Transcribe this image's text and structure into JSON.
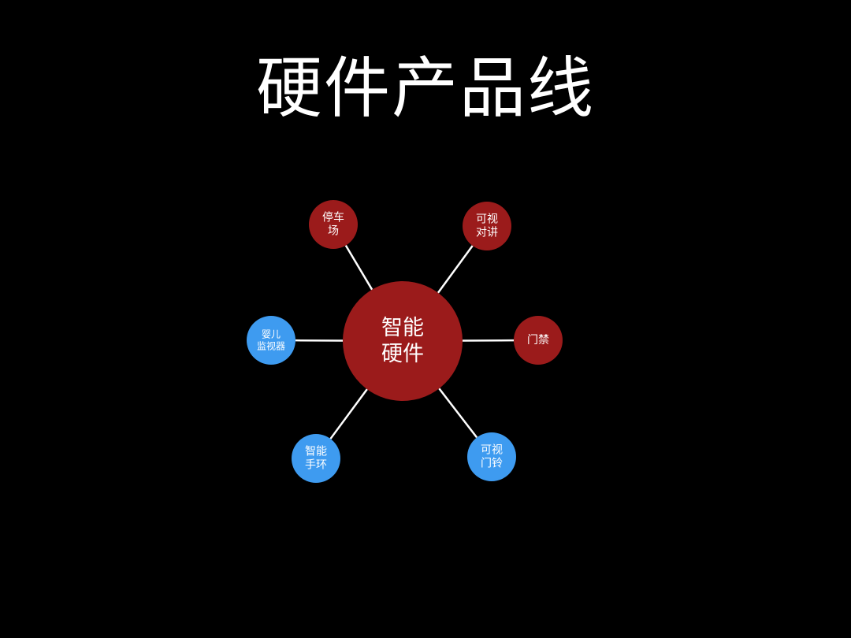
{
  "title": "硬件产品线",
  "colors": {
    "background": "#000000",
    "red_node": "#9B1B1B",
    "blue_node": "#3E9BF0",
    "connector": "#FFFFFF",
    "text": "#FFFFFF"
  },
  "center": {
    "lines": [
      "智能",
      "硬件"
    ]
  },
  "nodes": [
    {
      "id": "parking",
      "lines": [
        "停车",
        "场"
      ],
      "color": "red"
    },
    {
      "id": "video-intercom",
      "lines": [
        "可视",
        "对讲"
      ],
      "color": "red"
    },
    {
      "id": "access-control",
      "lines": [
        "门禁"
      ],
      "color": "red"
    },
    {
      "id": "video-doorbell",
      "lines": [
        "可视",
        "门铃"
      ],
      "color": "blue"
    },
    {
      "id": "smart-band",
      "lines": [
        "智能",
        "手环"
      ],
      "color": "blue"
    },
    {
      "id": "baby-monitor",
      "lines": [
        "婴儿",
        "监视器"
      ],
      "color": "blue"
    }
  ]
}
